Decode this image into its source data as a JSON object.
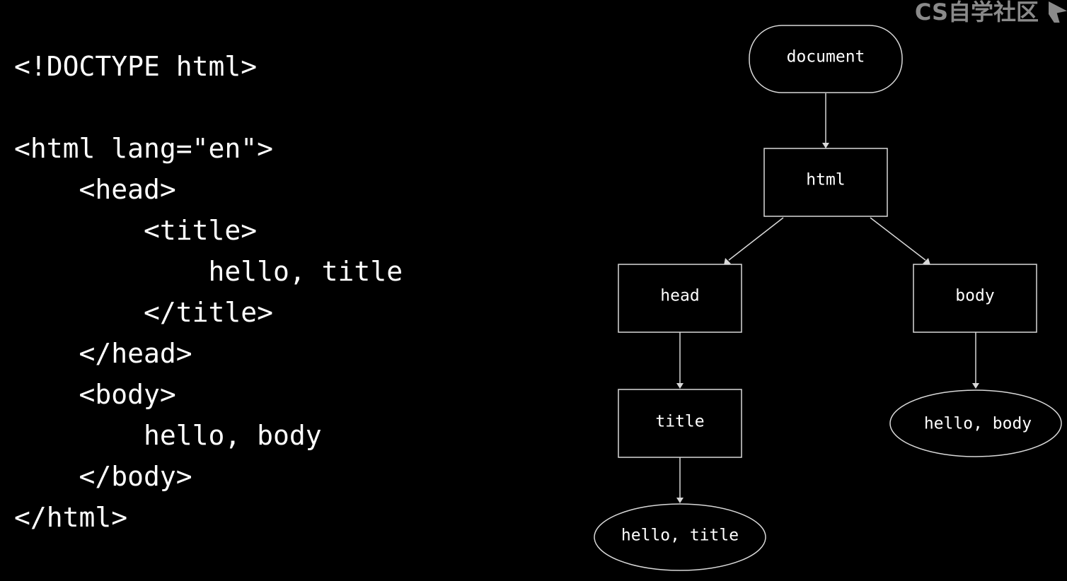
{
  "watermark": {
    "text": "CS自学社区"
  },
  "code": {
    "lines": [
      "<!DOCTYPE html>",
      "",
      "<html lang=\"en\">",
      "    <head>",
      "        <title>",
      "            hello, title",
      "        </title>",
      "    </head>",
      "    <body>",
      "        hello, body",
      "    </body>",
      "</html>"
    ]
  },
  "tree": {
    "nodes": {
      "document": "document",
      "html": "html",
      "head": "head",
      "body": "body",
      "title": "title",
      "title_text": "hello, title",
      "body_text": "hello, body"
    },
    "colors": {
      "background": "#000000",
      "stroke": "#d9d9d9",
      "text": "#ffffff"
    }
  }
}
